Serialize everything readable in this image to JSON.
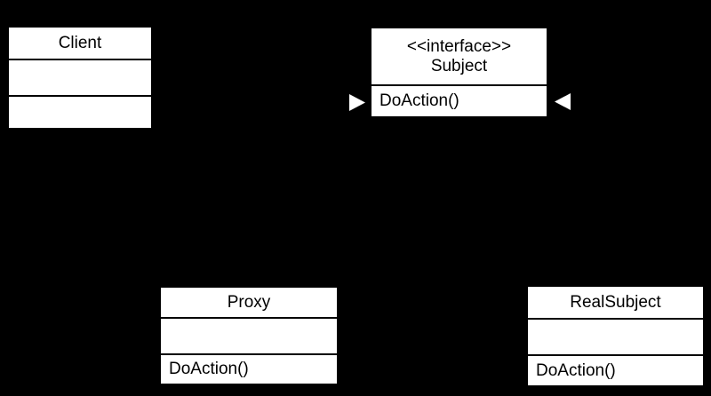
{
  "classes": {
    "client": {
      "name": "Client"
    },
    "subject": {
      "stereotype": "<<interface>>",
      "name": "Subject",
      "method": "DoAction()"
    },
    "proxy": {
      "name": "Proxy",
      "method": "DoAction()"
    },
    "real_subject": {
      "name": "RealSubject",
      "method": "DoAction()"
    }
  },
  "arrowheads": {
    "left": "hollow-triangle-pointing-right",
    "right": "hollow-triangle-pointing-left"
  },
  "colors": {
    "background": "#000000",
    "box_fill": "#ffffff",
    "box_border": "#000000",
    "text": "#000000",
    "arrowhead_fill": "#ffffff"
  }
}
